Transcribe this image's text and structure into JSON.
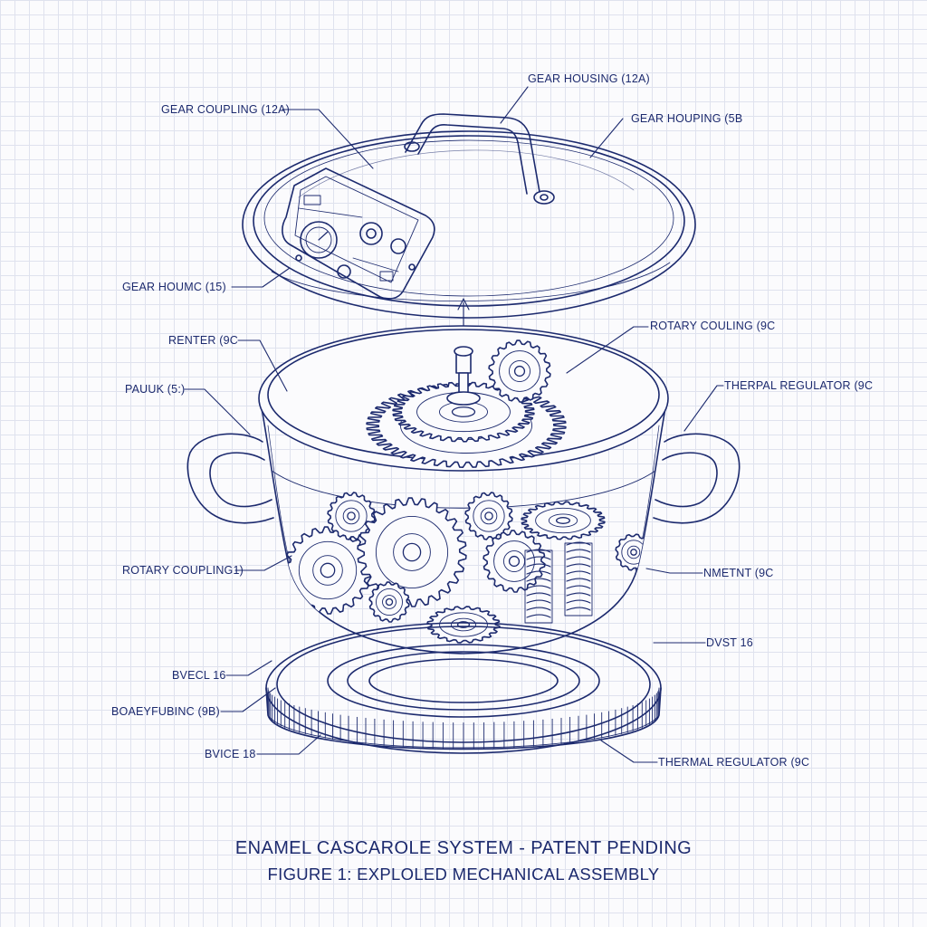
{
  "colors": {
    "ink": "#1c2a6e",
    "grid": "#dfe2ee",
    "paper": "#fbfbfd"
  },
  "title": "ENAMEL CASCAROLE SYSTEM - PATENT PENDING",
  "subtitle": "FIGURE 1: EXPLOLED MECHANICAL ASSEMBLY",
  "labels": {
    "gear_housing_12a": "GEAR HOUSING (12A)",
    "gear_coupling_12a": "GEAR COUPLING (12A)",
    "gear_houping_5b": "GEAR HOUPING (5B",
    "gear_houmc_15": "GEAR HOUMC (15)",
    "rotary_couling_9c": "ROTARY COULING (9C",
    "renter_9c": "RENTER (9C",
    "pauuk_5": "PAUUK (5:)",
    "therpal_regulator_9c": "THERPAL REGULATOR (9C",
    "rotary_coupling_1": "ROTARY COUPLING1)",
    "nmetnt_9c": "NMETNT (9C",
    "dvst_16": "DVST 16",
    "bvecl_16": "BVECL 16",
    "boatfubinc_9b": "BOAEYFUBINC (9B)",
    "bvice_18": "BVICE 18",
    "thermal_regulator_9c": "THERMAL REGULATOR (9C"
  }
}
